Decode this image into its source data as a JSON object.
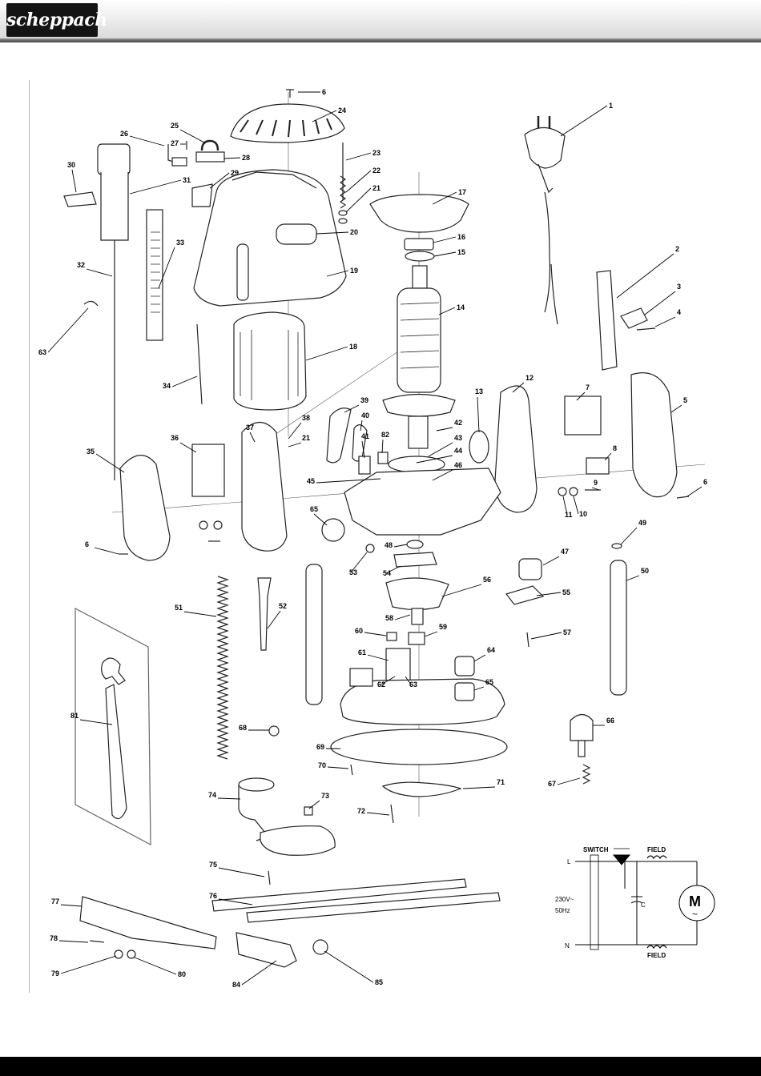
{
  "header": {
    "brand": "scheppach"
  },
  "parts": [
    {
      "n": "6"
    },
    {
      "n": "24"
    },
    {
      "n": "1"
    },
    {
      "n": "25"
    },
    {
      "n": "26"
    },
    {
      "n": "27"
    },
    {
      "n": "28"
    },
    {
      "n": "23"
    },
    {
      "n": "22"
    },
    {
      "n": "21"
    },
    {
      "n": "30"
    },
    {
      "n": "31"
    },
    {
      "n": "29"
    },
    {
      "n": "17"
    },
    {
      "n": "20"
    },
    {
      "n": "16"
    },
    {
      "n": "15"
    },
    {
      "n": "33"
    },
    {
      "n": "32"
    },
    {
      "n": "19"
    },
    {
      "n": "2"
    },
    {
      "n": "3"
    },
    {
      "n": "4"
    },
    {
      "n": "14"
    },
    {
      "n": "63"
    },
    {
      "n": "18"
    },
    {
      "n": "34"
    },
    {
      "n": "12"
    },
    {
      "n": "7"
    },
    {
      "n": "5"
    },
    {
      "n": "13"
    },
    {
      "n": "39"
    },
    {
      "n": "38"
    },
    {
      "n": "40"
    },
    {
      "n": "37"
    },
    {
      "n": "21"
    },
    {
      "n": "42"
    },
    {
      "n": "36"
    },
    {
      "n": "41"
    },
    {
      "n": "82"
    },
    {
      "n": "43"
    },
    {
      "n": "44"
    },
    {
      "n": "46"
    },
    {
      "n": "35"
    },
    {
      "n": "8"
    },
    {
      "n": "45"
    },
    {
      "n": "9"
    },
    {
      "n": "6"
    },
    {
      "n": "11"
    },
    {
      "n": "10"
    },
    {
      "n": "65"
    },
    {
      "n": "6"
    },
    {
      "n": "48"
    },
    {
      "n": "49"
    },
    {
      "n": "53"
    },
    {
      "n": "54"
    },
    {
      "n": "47"
    },
    {
      "n": "50"
    },
    {
      "n": "56"
    },
    {
      "n": "55"
    },
    {
      "n": "51"
    },
    {
      "n": "52"
    },
    {
      "n": "58"
    },
    {
      "n": "60"
    },
    {
      "n": "59"
    },
    {
      "n": "57"
    },
    {
      "n": "61"
    },
    {
      "n": "64"
    },
    {
      "n": "62"
    },
    {
      "n": "63"
    },
    {
      "n": "65"
    },
    {
      "n": "81"
    },
    {
      "n": "68"
    },
    {
      "n": "66"
    },
    {
      "n": "69"
    },
    {
      "n": "70"
    },
    {
      "n": "71"
    },
    {
      "n": "67"
    },
    {
      "n": "73"
    },
    {
      "n": "74"
    },
    {
      "n": "72"
    },
    {
      "n": "75"
    },
    {
      "n": "76"
    },
    {
      "n": "77"
    },
    {
      "n": "78"
    },
    {
      "n": "79"
    },
    {
      "n": "80"
    },
    {
      "n": "84"
    },
    {
      "n": "85"
    }
  ],
  "schematic": {
    "switch_label": "SWITCH",
    "field_top_label": "FIELD",
    "field_bottom_label": "FIELD",
    "voltage_label": "230V~",
    "frequency_label": "50Hz",
    "line_label": "L",
    "neutral_label": "N",
    "capacitor_label": "C",
    "motor_label": "M",
    "motor_symbol": "~"
  }
}
